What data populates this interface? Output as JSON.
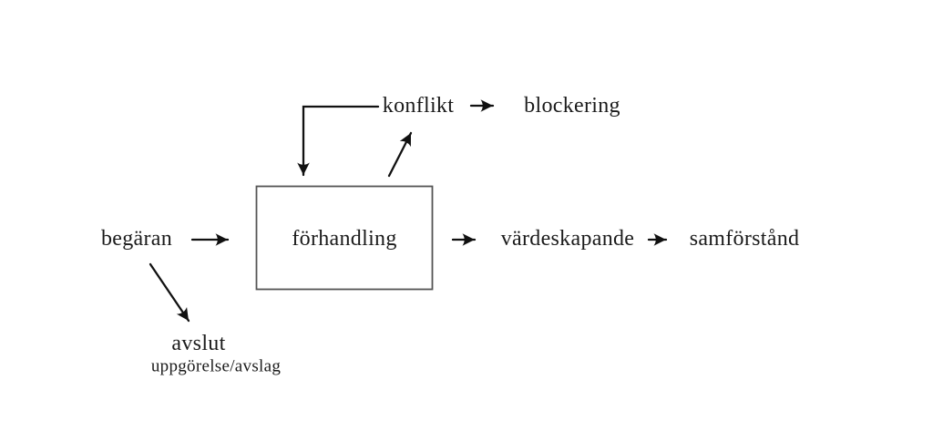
{
  "diagram": {
    "type": "flowchart",
    "language": "sv",
    "nodes": {
      "begaran": {
        "label": "begäran"
      },
      "forhandling": {
        "label": "förhandling"
      },
      "konflikt": {
        "label": "konflikt"
      },
      "blockering": {
        "label": "blockering"
      },
      "vardeskapande": {
        "label": "värdeskapande"
      },
      "samforstand": {
        "label": "samförstånd"
      },
      "avslut": {
        "label": "avslut",
        "sublabel": "uppgörelse/avslag"
      }
    },
    "edges": [
      {
        "from": "begäran",
        "to": "förhandling"
      },
      {
        "from": "begäran",
        "to": "avslut"
      },
      {
        "from": "förhandling",
        "to": "konflikt"
      },
      {
        "from": "konflikt",
        "to": "förhandling"
      },
      {
        "from": "konflikt",
        "to": "blockering"
      },
      {
        "from": "förhandling",
        "to": "värdeskapande"
      },
      {
        "from": "värdeskapande",
        "to": "samförstånd"
      }
    ],
    "colors": {
      "background": "#ffffff",
      "text": "#1b1b1b",
      "arrow": "#111111",
      "box_border": "#555555"
    }
  }
}
